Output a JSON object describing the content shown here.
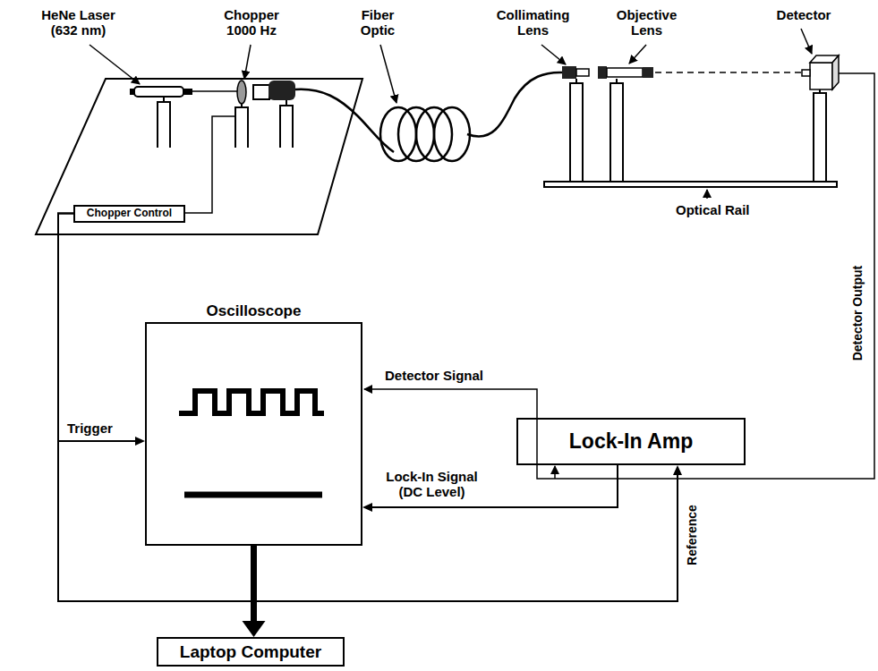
{
  "diagram": {
    "nodes": [
      {
        "text": [
          "Chopper Control"
        ]
      },
      {
        "text": [
          "Oscilloscope"
        ]
      },
      {
        "text": [
          "Lock-In Amp"
        ]
      },
      {
        "text": [
          "Laptop Computer"
        ]
      }
    ],
    "edges": [
      {
        "from": 0,
        "to": 1,
        "arrow": "to",
        "label": "Trigger"
      },
      {
        "from": 0,
        "to": 2,
        "arrow": "to",
        "label": "Reference"
      },
      {
        "from": 2,
        "to": 1,
        "arrow": "to",
        "label": "Lock-In Signal (DC Level)"
      },
      {
        "from": 1,
        "to": 3,
        "arrow": "to"
      }
    ],
    "labels": [
      "HeNe Laser (632 nm)",
      "Chopper 1000 Hz",
      "Fiber Optic",
      "Collimating Lens",
      "Objective Lens",
      "Detector",
      "Optical Rail",
      "Detector Output",
      "Detector Signal"
    ]
  }
}
